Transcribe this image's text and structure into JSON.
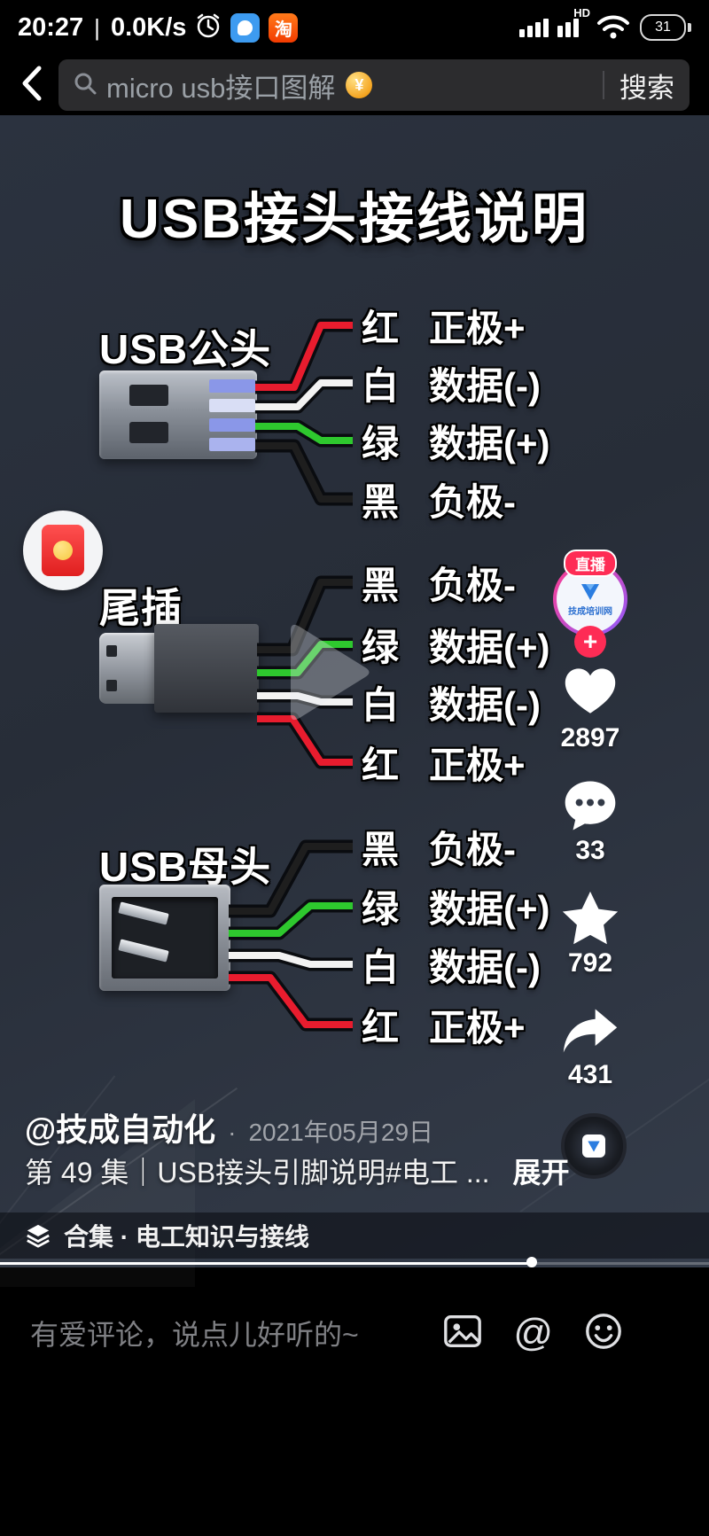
{
  "status_bar": {
    "time": "20:27",
    "separator": "|",
    "net_speed": "0.0K/s",
    "taobao_glyph": "淘",
    "hd_label": "HD",
    "battery_level": "31"
  },
  "search_bar": {
    "query": "micro usb接口图解",
    "coin_symbol": "¥",
    "search_button": "搜索"
  },
  "video": {
    "title": "USB接头接线说明",
    "wire_colors": {
      "red": "#e81c2e",
      "white": "#f2f2f2",
      "green": "#2ec82e",
      "black": "#1e1e1e"
    },
    "sections": [
      {
        "label": "USB公头",
        "wires": [
          {
            "name": "红",
            "desc": "正极+"
          },
          {
            "name": "白",
            "desc": "数据(-)"
          },
          {
            "name": "绿",
            "desc": "数据(+)"
          },
          {
            "name": "黑",
            "desc": "负极-"
          }
        ]
      },
      {
        "label": "尾插",
        "wires": [
          {
            "name": "黑",
            "desc": "负极-"
          },
          {
            "name": "绿",
            "desc": "数据(+)"
          },
          {
            "name": "白",
            "desc": "数据(-)"
          },
          {
            "name": "红",
            "desc": "正极+"
          }
        ]
      },
      {
        "label": "USB母头",
        "wires": [
          {
            "name": "黑",
            "desc": "负极-"
          },
          {
            "name": "绿",
            "desc": "数据(+)"
          },
          {
            "name": "白",
            "desc": "数据(-)"
          },
          {
            "name": "红",
            "desc": "正极+"
          }
        ]
      }
    ]
  },
  "action_rail": {
    "live_badge": "直播",
    "live_channel": "技成培训网",
    "follow_plus": "+",
    "like_count": "2897",
    "comment_count": "33",
    "favorite_count": "792",
    "share_count": "431"
  },
  "video_info": {
    "author": "@技成自动化",
    "dot": "·",
    "date": "2021年05月29日",
    "caption": "第 49 集｜USB接头引脚说明#电工 ...",
    "expand_label": "展开",
    "collection_label": "合集 · 电工知识与接线"
  },
  "comment_bar": {
    "placeholder": "有爱评论，说点儿好听的~",
    "at_symbol": "@"
  }
}
